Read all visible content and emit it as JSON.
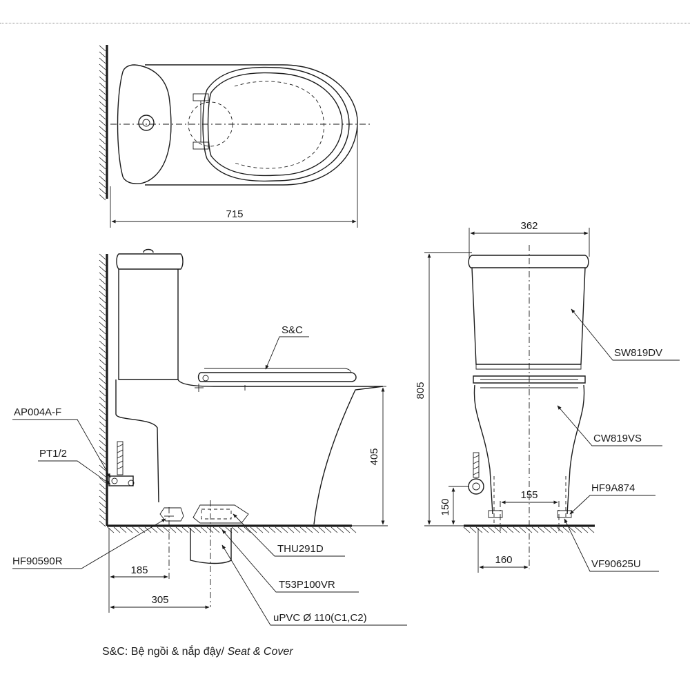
{
  "labels": {
    "sc": "S&C",
    "ap004af": "AP004A-F",
    "pt12": "PT1/2",
    "hf90590r": "HF90590R",
    "thu291d": "THU291D",
    "t53p100vr": "T53P100VR",
    "upvc": "uPVC Ø 110(C1,C2)",
    "sw819dv": "SW819DV",
    "cw819vs": "CW819VS",
    "hf9a874": "HF9A874",
    "vf90625u": "VF90625U"
  },
  "dimensions": {
    "length": "715",
    "seat_height": "405",
    "d185": "185",
    "d305": "305",
    "width": "362",
    "height": "805",
    "d150": "150",
    "d155": "155",
    "d160": "160"
  },
  "note": {
    "prefix": "S&C: Bệ ngồi & nắp đậy/ ",
    "italic": "Seat & Cover"
  }
}
